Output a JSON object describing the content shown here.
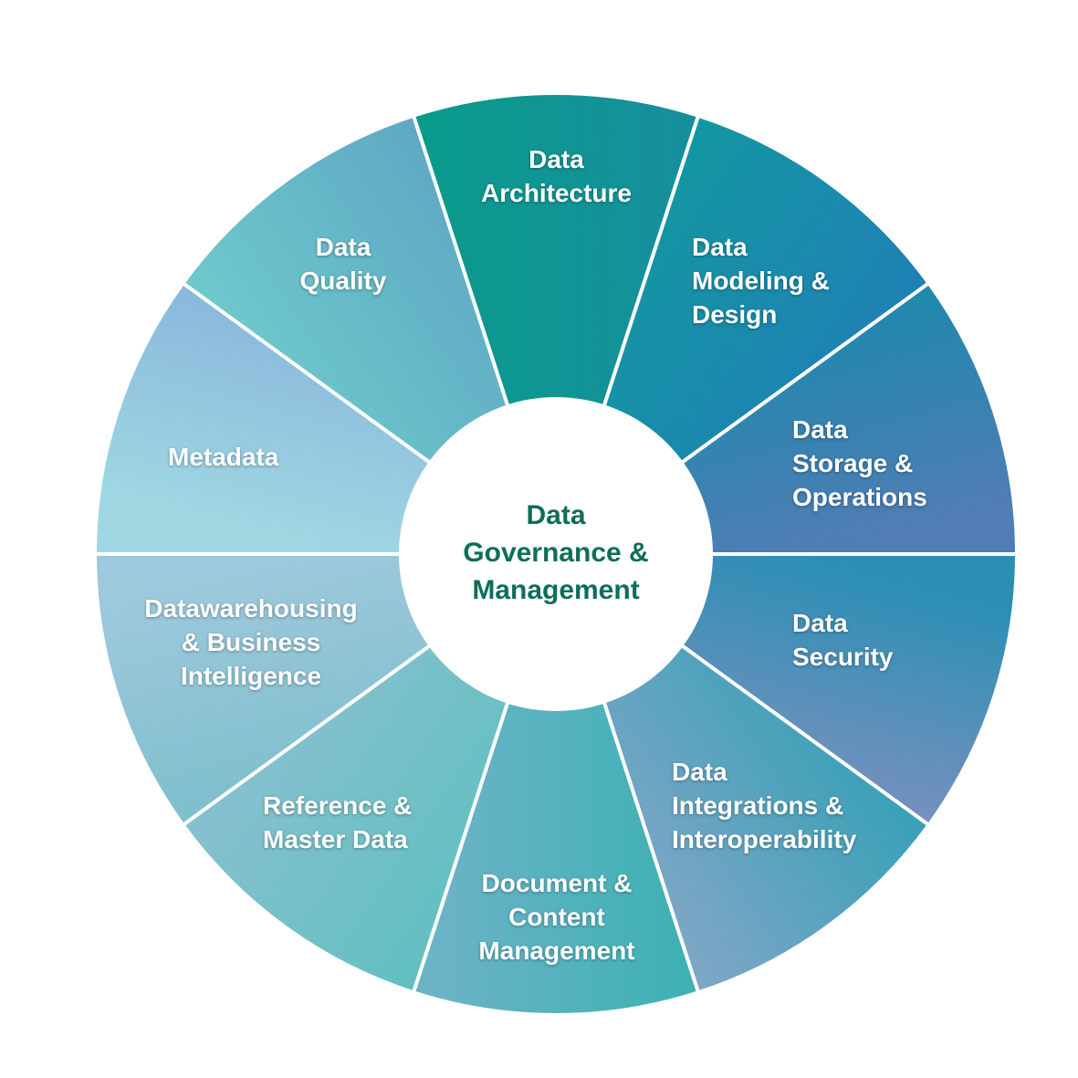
{
  "center": {
    "lines": [
      "Data",
      "Governance &",
      "Management"
    ],
    "color": "#0e6e58"
  },
  "segments": [
    {
      "id": "data-architecture",
      "lines": [
        "Data",
        "Architecture"
      ],
      "colors": [
        "#0a9a8c",
        "#168f9c"
      ]
    },
    {
      "id": "data-modeling-design",
      "lines": [
        "Data",
        "Modeling &",
        "Design"
      ],
      "colors": [
        "#1496a2",
        "#1f7fb6"
      ]
    },
    {
      "id": "data-storage-operations",
      "lines": [
        "Data",
        "Storage &",
        "Operations"
      ],
      "colors": [
        "#1c89ad",
        "#4f7db4"
      ]
    },
    {
      "id": "data-security",
      "lines": [
        "Data",
        "Security"
      ],
      "colors": [
        "#2b8fb4",
        "#7a90be"
      ]
    },
    {
      "id": "data-integrations-interoperability",
      "lines": [
        "Data",
        "Integrations &",
        "Interoperability"
      ],
      "colors": [
        "#33a0b6",
        "#7ea6c6"
      ]
    },
    {
      "id": "document-content-management",
      "lines": [
        "Document &",
        "Content",
        "Management"
      ],
      "colors": [
        "#3fb1b5",
        "#6cb3c6"
      ]
    },
    {
      "id": "reference-master-data",
      "lines": [
        "Reference &",
        "Master Data"
      ],
      "colors": [
        "#62c0c0",
        "#8ac0d0"
      ]
    },
    {
      "id": "datawarehousing-business-intelligence",
      "lines": [
        "Datawarehousing",
        "& Business",
        "Intelligence"
      ],
      "colors": [
        "#7cbfcc",
        "#9ec8dc"
      ]
    },
    {
      "id": "metadata",
      "lines": [
        "Metadata"
      ],
      "colors": [
        "#9fd8e2",
        "#88b6dc"
      ]
    },
    {
      "id": "data-quality",
      "lines": [
        "Data",
        "Quality"
      ],
      "colors": [
        "#6fcbcc",
        "#5fa9c4"
      ]
    }
  ]
}
